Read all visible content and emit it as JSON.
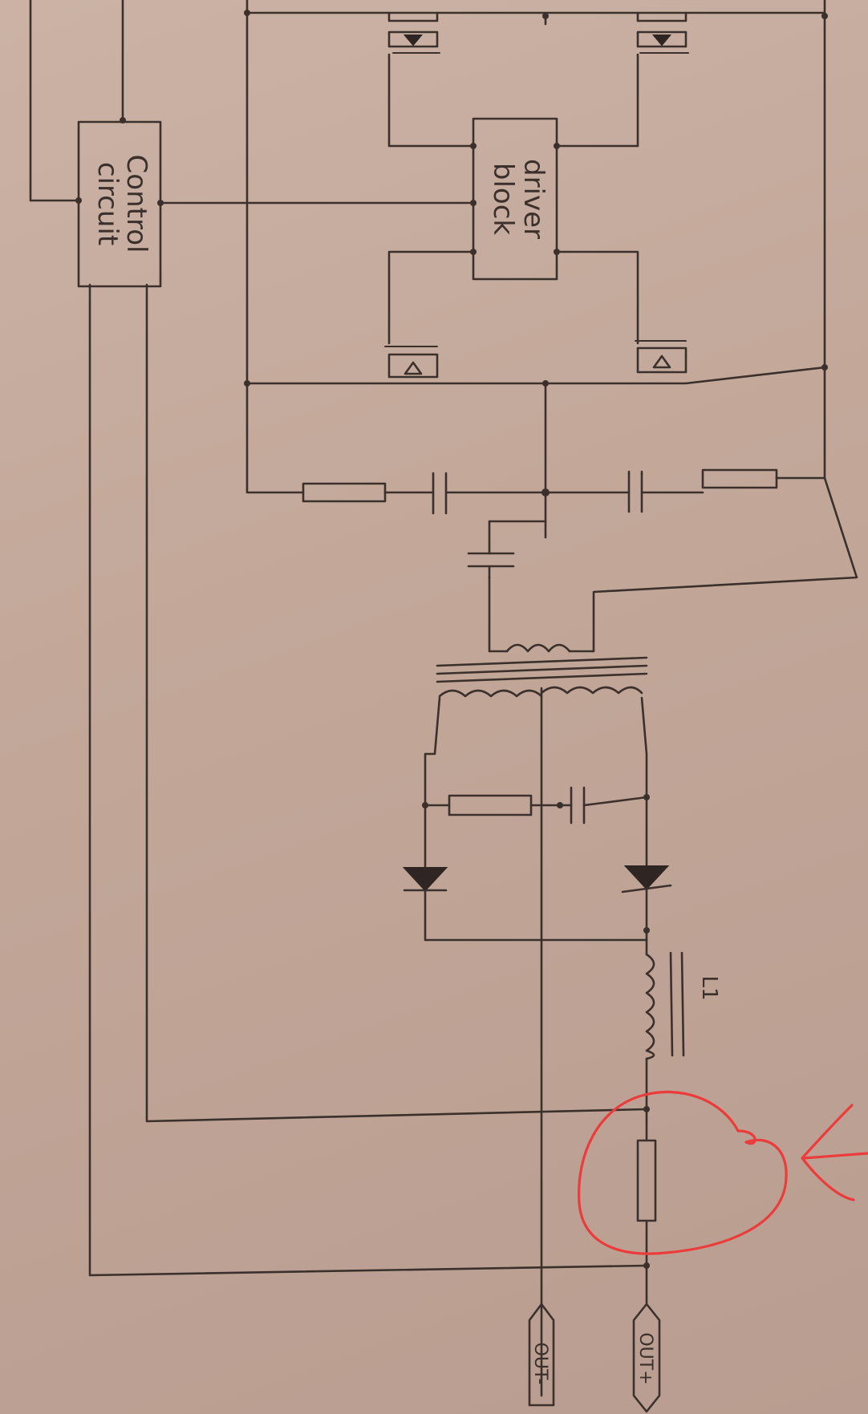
{
  "labels": {
    "control_circuit_line1": "Control",
    "control_circuit_line2": "circuit",
    "driver_block_line1": "driver",
    "driver_block_line2": "block",
    "inductor": "L1",
    "out_negative": "OUT-",
    "out_positive": "OUT+"
  },
  "colors": {
    "paper": "#c4aa9c",
    "ink": "#3b302c",
    "annotation": "#ec3b3b"
  },
  "annotation": {
    "shape": "hand-drawn circle with arrow",
    "target": "output current-sense resistor"
  }
}
